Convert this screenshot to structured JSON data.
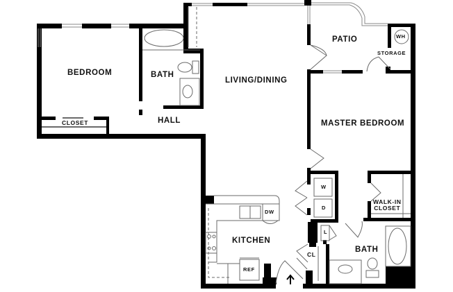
{
  "floor_plan": {
    "colors": {
      "wall": "#000000",
      "thin_line": "#7a7a7a",
      "background": "#ffffff",
      "label": "#111111"
    },
    "rooms": {
      "bedroom": "BEDROOM",
      "bedroom_closet": "CLOSET",
      "bath_1": "BATH",
      "hall": "HALL",
      "living_dining": "LIVING/DINING",
      "patio": "PATIO",
      "storage": "STORAGE",
      "master_bedroom": "MASTER BEDROOM",
      "walk_in_closet_line1": "WALK-IN",
      "walk_in_closet_line2": "CLOSET",
      "kitchen": "KITCHEN",
      "bath_2": "BATH",
      "coat_closet": "CL",
      "linen_closet": "L"
    },
    "fixtures": {
      "water_heater": "WH",
      "washer": "W",
      "dryer": "D",
      "dishwasher": "DW",
      "refrigerator": "REF"
    },
    "entry_arrow": "↑"
  }
}
